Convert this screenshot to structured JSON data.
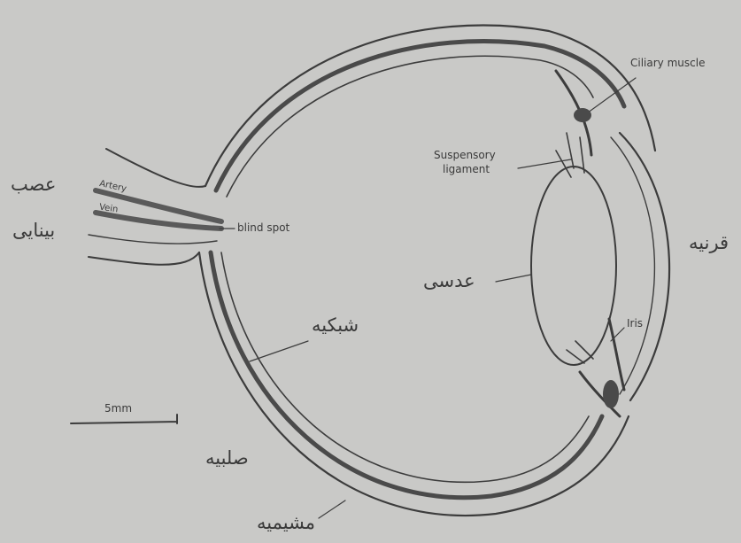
{
  "labels": {
    "ciliary_muscle": "Ciliary muscle",
    "suspensory_ligament_line1": "Suspensory",
    "suspensory_ligament_line2": "ligament",
    "blind_spot": "blind spot",
    "iris": "Iris",
    "artery": "Artery",
    "vein": "Vein",
    "scale": "5mm",
    "optic_nerve_line1": "عصب",
    "optic_nerve_line2": "بینایی",
    "cornea": "قرنیه",
    "lens": "عدسی",
    "retina": "شبکیه",
    "sclera": "صلبیه",
    "choroid": "مشیمیه"
  },
  "colors": {
    "background": "#c9c9c7",
    "line": "#3c3c3c",
    "dark_layer": "#4a4a4a",
    "text": "#3a3a3a"
  }
}
